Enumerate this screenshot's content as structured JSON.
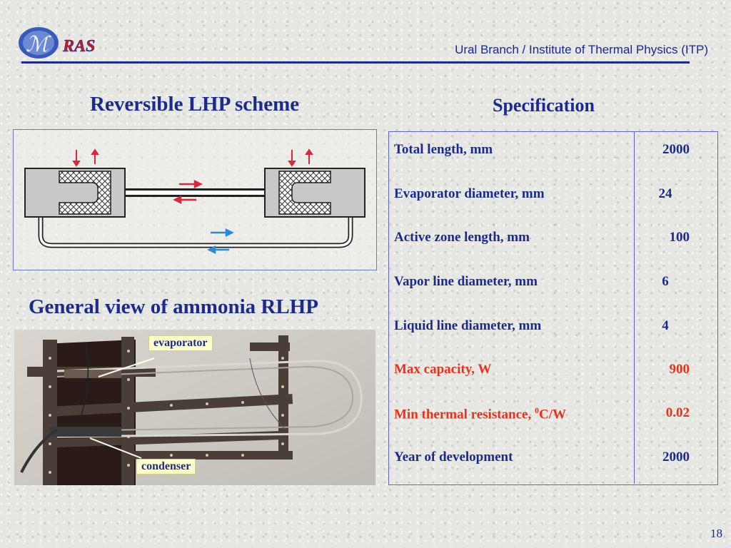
{
  "header": {
    "logo_text": "RAS",
    "institute": "Ural Branch / Institute of Thermal Physics (ITP)"
  },
  "titles": {
    "scheme": "Reversible LHP scheme",
    "specification": "Specification",
    "general_view": "General view of ammonia RLHP"
  },
  "photo": {
    "callout_evaporator": "evaporator",
    "callout_condenser": "condenser"
  },
  "specification": {
    "rows": [
      {
        "label": "Total length, mm",
        "value": "2000",
        "highlight": false
      },
      {
        "label": "Evaporator diameter, mm",
        "value": "24",
        "highlight": false
      },
      {
        "label": "Active zone length, mm",
        "value": "100",
        "highlight": false
      },
      {
        "label": "Vapor line diameter, mm",
        "value": "6",
        "highlight": false
      },
      {
        "label": "Liquid line diameter, mm",
        "value": "4",
        "highlight": false
      },
      {
        "label": "Max capacity, W",
        "value": "900",
        "highlight": true
      },
      {
        "label_prefix": "Min thermal resistance, ",
        "label_sup": "0",
        "label_suffix": "C/W",
        "value": "0.02",
        "highlight": true
      },
      {
        "label": "Year of development",
        "value": "2000",
        "highlight": false
      }
    ]
  },
  "colors": {
    "title_blue": "#1c2a8c",
    "highlight_red": "#e8321c",
    "arrow_red": "#d8283c",
    "arrow_blue": "#2a8ad8"
  },
  "page_number": "18"
}
